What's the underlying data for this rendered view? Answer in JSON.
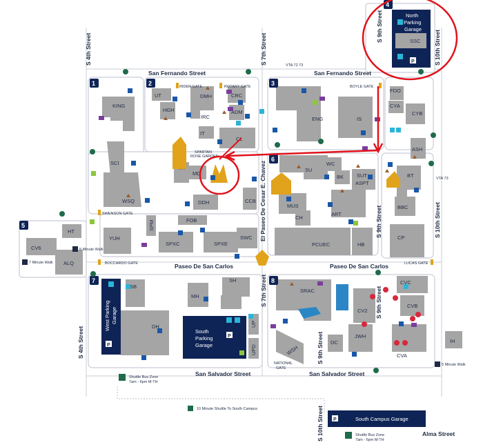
{
  "streets": {
    "san_fernando_left": "San Fernando Street",
    "san_fernando_right": "San Fernando Street",
    "paseo_san_carlos_left": "Paseo De San Carlos",
    "paseo_san_carlos_right": "Paseo De San Carlos",
    "san_salvador_left": "San Salvador Street",
    "san_salvador_right": "San Salvador Street",
    "el_paseo_chavez": "El Paseo De Cesar E. Chavez",
    "s4th_top": "S 4th Street",
    "s4th_bottom": "S 4th Street",
    "s7th_top": "S 7th Street",
    "s7th_mid": "S 7th Street",
    "s9th_top": "S 9th Street",
    "s9th_mid": "S 9th Street",
    "s9th_low": "S 9th Street",
    "s9th_bottom": "S 9th Street",
    "s10th_top": "S 10th Street",
    "s10th_mid": "S 10th Street",
    "s10th_bottom": "S 10th Street",
    "alma": "Alma Street"
  },
  "zones": [
    "1",
    "2",
    "3",
    "4",
    "5",
    "6",
    "7",
    "8"
  ],
  "gates": {
    "rider": "RIDER GATE",
    "rotary": "ROTARY GATE",
    "boyle": "BOYLE GATE",
    "swenson": "SWENSON GATE",
    "boccardo": "BOCCARDO GATE",
    "lucas": "LUCAS GATE",
    "national_gate": "NATIONAL",
    "national_gate2": "GATE"
  },
  "buildings": {
    "king": "KING",
    "ut": "UT",
    "dmh": "DMH",
    "crc": "CRC",
    "hgh": "HGH",
    "irc": "IRC",
    "adm": "ADM",
    "it": "IT",
    "cl": "CL",
    "sci": "SCI",
    "th": "TH",
    "md": "MD",
    "wsq": "WSQ",
    "ddh": "DDH",
    "ccb": "CCB",
    "eng": "ENG",
    "is": "IS",
    "fdo": "FDO",
    "cya": "CYA",
    "cyb": "CYB",
    "ash": "ASH",
    "su": "SU",
    "wc": "WC",
    "bk": "BK",
    "sut": "SUT",
    "aspt": "ASPT",
    "bt": "BT",
    "bbc": "BBC",
    "mus": "MUS",
    "ch": "CH",
    "art": "ART",
    "cp": "CP",
    "pcuec": "PCUEC",
    "hb": "HB",
    "fob": "FOB",
    "spm": "SPM",
    "yuh": "YUH",
    "spxc": "SPXC",
    "spxe": "SPXE",
    "swc": "SWC",
    "ht": "HT",
    "cv6": "CV6",
    "alq": "ALQ",
    "isb": "ISB",
    "dh": "DH",
    "mh": "MH",
    "sh": "SH",
    "up": "UP",
    "upd": "UPD",
    "srac": "SRAC",
    "cv2": "CV2",
    "wsh": "WSH",
    "dc": "DC",
    "jwh": "JWH",
    "cvc": "CVC",
    "cvb": "CVB",
    "cva": "CVA",
    "ih": "IH",
    "ssc": "SSC"
  },
  "garages": {
    "north_1": "North",
    "north_2": "Parking",
    "north_3": "Garage",
    "west_1": "West Parking",
    "west_2": "Garage",
    "south_1": "South",
    "south_2": "Parking",
    "south_3": "Garage",
    "south_campus": "South Campus Garage",
    "parking_letter": "P"
  },
  "labels": {
    "spartan_rose": "SPARTAN",
    "spartan_rose2": "ROSE GARDEN",
    "vta_top": "VTA 72 73",
    "vta_right": "VTA 73",
    "walk_7": "7 Minute Walk",
    "walk_5_left": "5 Minute Walk",
    "walk_5_right": "5 Minute Walk",
    "shuttle_zone_1": "Shuttle Bus Zone",
    "shuttle_zone_1b": "7am - 6pm M-TH",
    "shuttle_zone_2": "Shuttle Bus Zone",
    "shuttle_zone_2b": "7am - 6pm M-TH",
    "shuttle_south": "10 Minute Shuttle To South Campus"
  },
  "colors": {
    "building": "#a5a5a5",
    "zone_border": "#c9ccd6",
    "navy": "#0f2456",
    "annotation_red": "#e0121b",
    "gold": "#e0a31b",
    "access_blue": "#1a57a8",
    "ev_purple": "#7a3d9e",
    "bike_green": "#1f6b4a",
    "cyan": "#2bb5d8",
    "lime": "#8cc63f",
    "food_brown": "#9a5a2a",
    "accessible_parking_red": "#d8283b"
  }
}
